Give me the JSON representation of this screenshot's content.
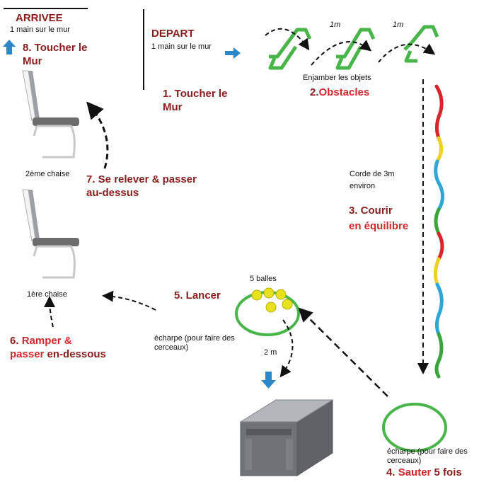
{
  "arrivee": {
    "heading": "ARRIVEE",
    "sub": "1 main sur le mur"
  },
  "depart": {
    "heading": "DEPART",
    "sub": "1 main sur le mur"
  },
  "steps": {
    "s1": "1. Toucher le Mur",
    "s2_prefix": "2.",
    "s2_word": "Obstacles",
    "s3_a": "3. Courir",
    "s3_b": "en équilibre",
    "s4_num": "4. ",
    "s4_word": "Sauter",
    "s4_rest": " 5 fois",
    "s5": "5. Lancer",
    "s6_a": "6. ",
    "s6_b": "Ramper &",
    "s6_c": "passer",
    "s6_d": " en-dessous",
    "s7": "7. Se relever & passer au-dessus",
    "s8": "8. Toucher le Mur"
  },
  "labels": {
    "enjamber": "Enjamber les objets",
    "dist1": "1m",
    "dist2": "1m",
    "corde": "Corde de 3m environ",
    "balles": "5 balles",
    "echarpe1": "écharpe (pour faire des cerceaux)",
    "echarpe2": "écharpe (pour faire des cerceaux)",
    "dist_2m": "2 m",
    "chaise2": "2ème chaise",
    "chaise1": "1ère chaise"
  },
  "colors": {
    "title_red": "#8a1c1c",
    "accent_red": "#d7262b",
    "arrow_blue": "#2b87c8",
    "hoop_green": "#48b548",
    "ball_yellow": "#e8e21c",
    "rope": [
      "#d7262b",
      "#f0d020",
      "#2ea6d8",
      "#3aa53a"
    ]
  }
}
